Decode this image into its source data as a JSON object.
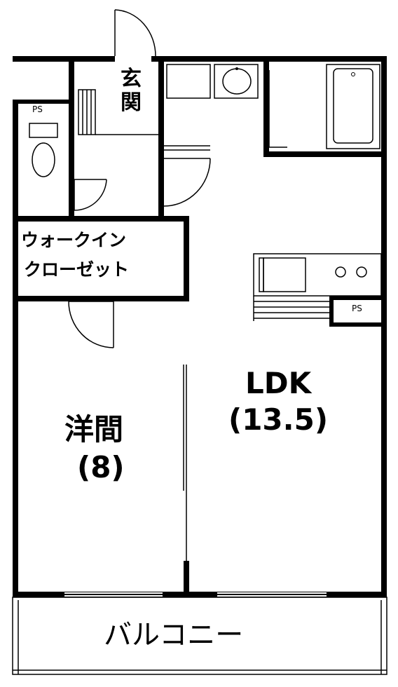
{
  "plan": {
    "entrance": {
      "label": "玄関"
    },
    "walk_in_closet": {
      "line1": "ウォークイン",
      "line2": "クローゼット"
    },
    "western_room": {
      "name": "洋間",
      "size": "(8)"
    },
    "ldk": {
      "name": "LDK",
      "size": "(13.5)"
    },
    "balcony": {
      "label": "バルコニー"
    },
    "ps_left": "PS",
    "ps_kitchen": "PS"
  },
  "icons": [
    "toilet-icon",
    "washbasin-icon",
    "bathtub-icon",
    "sink-icon",
    "stove-icon",
    "door-swing-icon"
  ]
}
